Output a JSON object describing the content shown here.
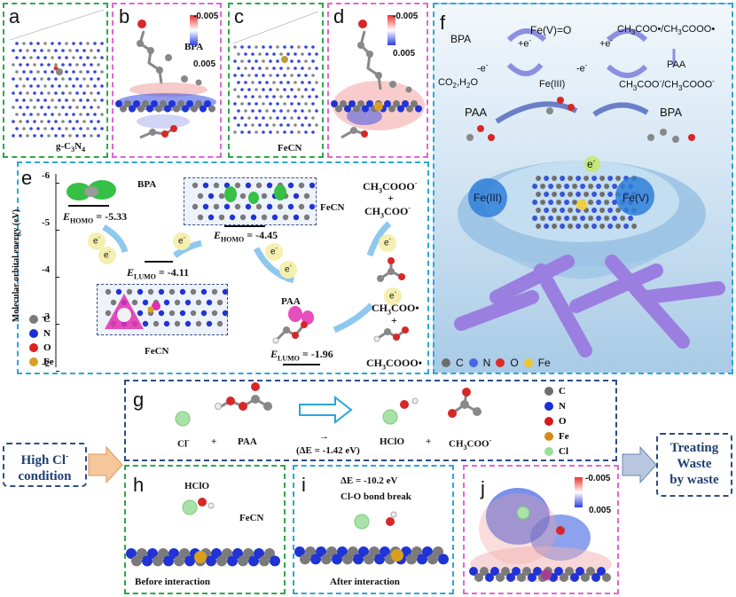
{
  "panels": {
    "a": {
      "label": "a",
      "caption": "g-C",
      "caption_sub": "3",
      "caption_mid": "N",
      "caption_sub2": "4"
    },
    "b": {
      "label": "b",
      "molecule": "BPA",
      "cbar_top": "-0.005",
      "cbar_bottom": "0.005"
    },
    "c": {
      "label": "c",
      "caption": "FeCN"
    },
    "d": {
      "label": "d",
      "cbar_top": "-0.005",
      "cbar_bottom": "0.005"
    },
    "e": {
      "label": "e",
      "yaxis_label": "Molecular orbital energy (eV)",
      "yticks": [
        "-6",
        "-5",
        "-4",
        "-3",
        "-2"
      ],
      "bpa_label": "BPA",
      "homo_bpa_prefix": "E",
      "homo_sub": "HOMO",
      "homo_bpa_value": " = -5.33",
      "fecn_top_label": "FeCN",
      "homo_fecn_value": " = -4.45",
      "lumo_sub": "LUMO",
      "lumo_fecn_value": " = -4.11",
      "fecn_bottom_label": "FeCN",
      "paa_label": "PAA",
      "lumo_paa_value": " = -1.96",
      "electron": "e",
      "electron_sup": "-",
      "legend": [
        {
          "symbol": "C",
          "color": "#7a7a7a"
        },
        {
          "symbol": "N",
          "color": "#1c2fd6"
        },
        {
          "symbol": "O",
          "color": "#e01f1f"
        },
        {
          "symbol": "Fe",
          "color": "#d9a020"
        }
      ],
      "products": {
        "top_line1": "CH3COOO-",
        "plus1": "+",
        "top_line2": "CH3COO-",
        "mid_line1": "CH3COO•",
        "plus2": "+",
        "bottom_line": "CH3COOO•"
      }
    },
    "f": {
      "label": "f",
      "bpa": "BPA",
      "feV_O": "Fe(V)=O",
      "radicals": "CH3COO•/CH3COOO•",
      "e_plus1": "+e",
      "e_minus1": "-e",
      "e_minus2": "-e",
      "e_plus2": "+e",
      "products": "CO2,H2O",
      "fe3": "Fe(III)",
      "paa_right": "PAA",
      "anions": "CH3COO-/CH3COOO-",
      "paa_left": "PAA",
      "bpa_right": "BPA",
      "electron": "e",
      "fe_III_sphere": "Fe(III)",
      "fe_V_sphere": "Fe(V)",
      "legend": [
        {
          "symbol": "C",
          "color": "#6e6e6e"
        },
        {
          "symbol": "N",
          "color": "#4a63e0"
        },
        {
          "symbol": "O",
          "color": "#e02a2a"
        },
        {
          "symbol": "Fe",
          "color": "#f0c52a"
        }
      ]
    },
    "g": {
      "label": "g",
      "reactant1": "Cl",
      "reactant1_sup": "-",
      "plus1": "+",
      "reactant2": "PAA",
      "product1": "HClO",
      "plus2": "+",
      "product2": "CH3COO",
      "product2_sup": "-",
      "delta_e": "(ΔE = -1.42 eV)",
      "arrow": "→",
      "legend": [
        {
          "symbol": "C",
          "color": "#6e6e6e"
        },
        {
          "symbol": "N",
          "color": "#1c2fd6"
        },
        {
          "symbol": "O",
          "color": "#d81a1a"
        },
        {
          "symbol": "Fe",
          "color": "#d48a14"
        },
        {
          "symbol": "Cl",
          "color": "#9adf9a"
        }
      ]
    },
    "h": {
      "label": "h",
      "molecule": "HClO",
      "surface": "FeCN",
      "caption": "Before interaction"
    },
    "i": {
      "label": "i",
      "delta_e": "ΔE = -10.2 eV",
      "note": "Cl-O bond break",
      "caption": "After interaction"
    },
    "j": {
      "label": "j",
      "cbar_top": "-0.005",
      "cbar_bottom": "0.005"
    }
  },
  "side_left": {
    "line1": "High Cl",
    "line1_sup": "-",
    "line2": "condition"
  },
  "side_right": {
    "line1": "Treating",
    "line2": "Waste",
    "line3": "by waste"
  }
}
